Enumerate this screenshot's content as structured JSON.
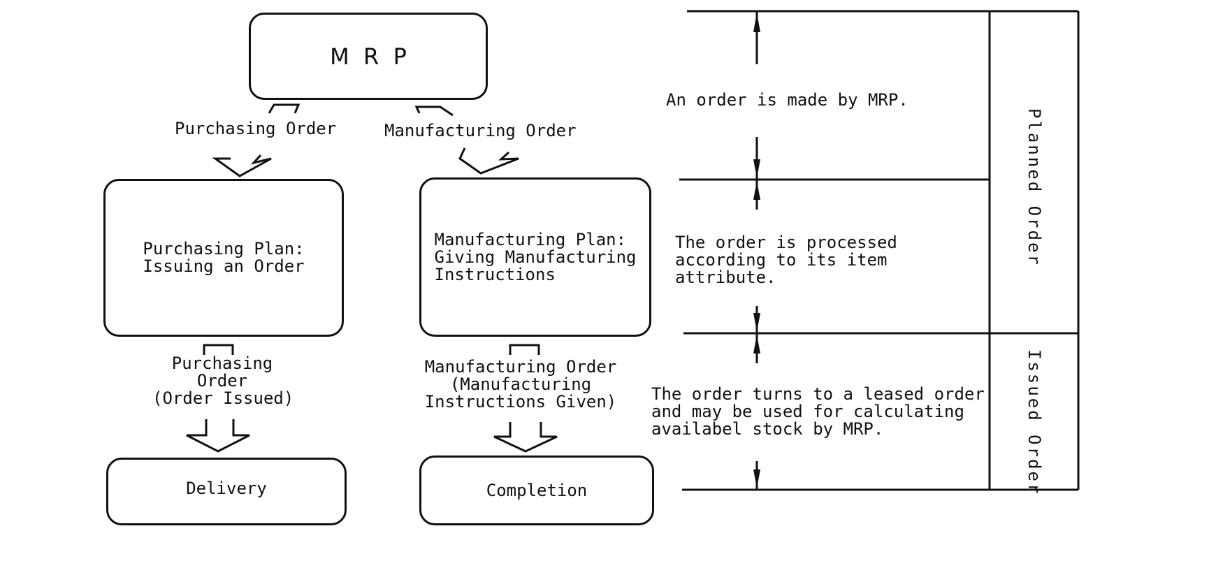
{
  "flow": {
    "mrp": "M  R  P",
    "purchasing_order_top": "Purchasing Order",
    "manufacturing_order_top": "Manufacturing Order",
    "purchasing_plan": "Purchasing Plan:\nIssuing an Order",
    "manufacturing_plan": "Manufacturing Plan:\nGiving Manufacturing\nInstructions",
    "purchasing_order_issued": "Purchasing\nOrder\n(Order Issued)",
    "manufacturing_order_given": "Manufacturing Order\n(Manufacturing\nInstructions Given)",
    "delivery": "Delivery",
    "completion": "Completion"
  },
  "stages": {
    "stage1": "An order is made by MRP.",
    "stage2": "The order is processed\naccording to its item\nattribute.",
    "stage3": "The order turns to a leased order\nand may be used for calculating\navailabel stock by MRP."
  },
  "phases": {
    "planned": "Planned Order",
    "issued": "Issued Order"
  }
}
